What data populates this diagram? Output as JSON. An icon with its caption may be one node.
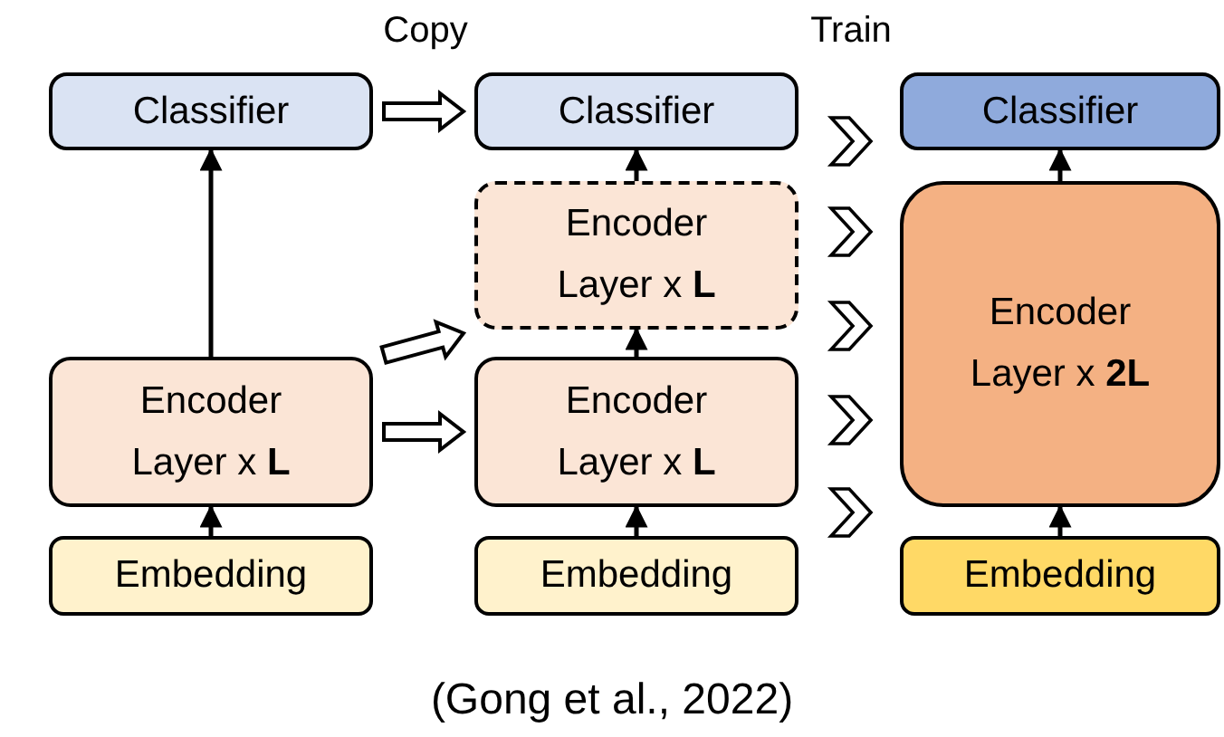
{
  "diagram": {
    "caption": "(Gong et al., 2022)",
    "nodes": [
      {
        "text": [
          "Classifier"
        ]
      },
      {
        "text": [
          "Encoder Layer x **L**"
        ]
      },
      {
        "text": [
          "Embedding"
        ]
      },
      {
        "text": [
          "Classifier"
        ]
      },
      {
        "text": [
          "Encoder Layer x **L**"
        ]
      },
      {
        "text": [
          "Encoder Layer x **L**"
        ]
      },
      {
        "text": [
          "Embedding"
        ]
      },
      {
        "text": [
          "Classifier"
        ]
      },
      {
        "text": [
          "Encoder Layer x **2L**"
        ]
      },
      {
        "text": [
          "Embedding"
        ]
      }
    ],
    "edges": [
      {
        "from": 2,
        "to": 1,
        "arrow": "to"
      },
      {
        "from": 1,
        "to": 0,
        "arrow": "to"
      },
      {
        "from": 6,
        "to": 5,
        "arrow": "to"
      },
      {
        "from": 5,
        "to": 4,
        "arrow": "to"
      },
      {
        "from": 4,
        "to": 3,
        "arrow": "to"
      },
      {
        "from": 9,
        "to": 8,
        "arrow": "to"
      },
      {
        "from": 8,
        "to": 7,
        "arrow": "to"
      },
      {
        "from": 0,
        "to": 3,
        "arrow": "to",
        "style": "thick"
      },
      {
        "from": 1,
        "to": 4,
        "arrow": "to",
        "style": "thick"
      },
      {
        "from": 1,
        "to": 5,
        "arrow": "to",
        "style": "thick"
      },
      {
        "from": 3,
        "to": 7,
        "arrow": "to",
        "style": "thick"
      },
      {
        "from": 4,
        "to": 8,
        "arrow": "to",
        "style": "thick"
      },
      {
        "from": 4,
        "to": 8,
        "arrow": "to",
        "style": "thick"
      },
      {
        "from": 5,
        "to": 8,
        "arrow": "to",
        "style": "thick"
      },
      {
        "from": 5,
        "to": 8,
        "arrow": "to",
        "style": "thick"
      }
    ],
    "labels": [
      "Copy",
      "Train"
    ]
  }
}
